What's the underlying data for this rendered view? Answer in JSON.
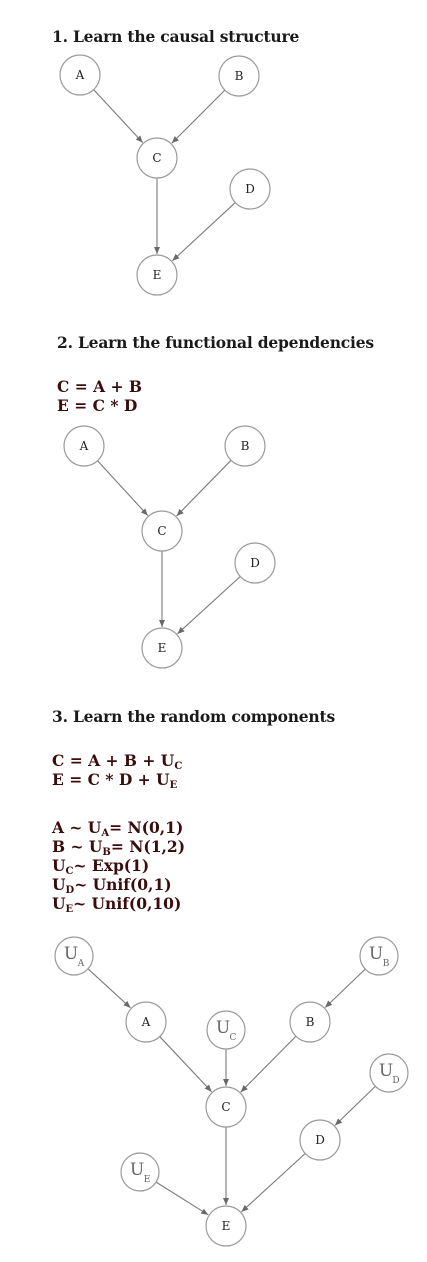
{
  "sections": [
    {
      "title": "1. Learn the causal structure",
      "equations": [],
      "nodes": [
        "A",
        "B",
        "C",
        "D",
        "E"
      ]
    },
    {
      "title": "2. Learn the functional dependencies",
      "equations": [
        "C = A + B",
        "E = C * D"
      ],
      "nodes": [
        "A",
        "B",
        "C",
        "D",
        "E"
      ]
    },
    {
      "title": "3. Learn the random components",
      "equations": [
        [
          {
            "t": "C = A + B + U"
          },
          {
            "s": "C"
          }
        ],
        [
          {
            "t": "E = C * D + U"
          },
          {
            "s": "E"
          }
        ]
      ],
      "distributions": [
        [
          {
            "t": "A ~ U"
          },
          {
            "s": "A"
          },
          {
            "t": "= N(0,1)"
          }
        ],
        [
          {
            "t": "B ~ U"
          },
          {
            "s": "B"
          },
          {
            "t": "= N(1,2)"
          }
        ],
        [
          {
            "t": "U"
          },
          {
            "s": "C"
          },
          {
            "t": "~ Exp(1)"
          }
        ],
        [
          {
            "t": "U"
          },
          {
            "s": "D"
          },
          {
            "t": "~ Unif(0,1)"
          }
        ],
        [
          {
            "t": "U"
          },
          {
            "s": "E"
          },
          {
            "t": "~ Unif(0,10)"
          }
        ]
      ],
      "nodes": [
        "A",
        "B",
        "C",
        "D",
        "E"
      ],
      "noise_nodes": [
        {
          "main": "U",
          "sub": "A"
        },
        {
          "main": "U",
          "sub": "B"
        },
        {
          "main": "U",
          "sub": "C"
        },
        {
          "main": "U",
          "sub": "D"
        },
        {
          "main": "U",
          "sub": "E"
        }
      ]
    }
  ],
  "edges": [
    [
      "A",
      "C"
    ],
    [
      "B",
      "C"
    ],
    [
      "C",
      "E"
    ],
    [
      "D",
      "E"
    ]
  ],
  "noise_edges": [
    [
      "UA",
      "A"
    ],
    [
      "UB",
      "B"
    ],
    [
      "UC",
      "C"
    ],
    [
      "UD",
      "D"
    ],
    [
      "UE",
      "E"
    ]
  ],
  "colors": {
    "node_stroke": "#9a9a9a",
    "edge": "#7a7a7a",
    "equation_text": "#3a0d0d",
    "heading_text": "#1a1a1a"
  }
}
